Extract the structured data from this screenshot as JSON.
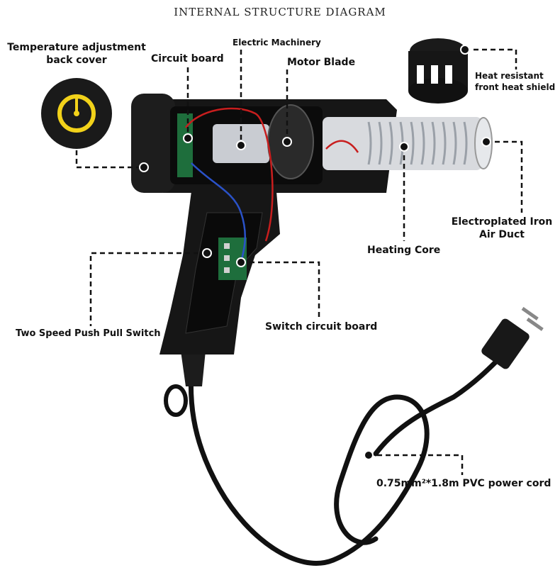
{
  "title": "INTERNAL STRUCTURE DIAGRAM",
  "labels": {
    "temperature_line1": "Temperature adjustment",
    "temperature_line2": "back cover",
    "circuit_board": "Circuit board",
    "electric_machinery": "Electric Machinery",
    "motor_blade": "Motor Blade",
    "heat_shield_line1": "Heat resistant",
    "heat_shield_line2": "front heat shield",
    "air_duct_line1": "Electroplated Iron",
    "air_duct_line2": "Air Duct",
    "heating_core": "Heating Core",
    "push_pull_switch": "Two Speed Push Pull Switch",
    "switch_circuit_board": "Switch circuit board",
    "power_cord": "0.75mm²*1.8m PVC power cord"
  },
  "colors": {
    "body": "#161616",
    "dial_accent": "#f2d21a",
    "wire_red": "#c81e1e",
    "wire_blue": "#2a52c8",
    "metal": "#c9ccd2"
  }
}
